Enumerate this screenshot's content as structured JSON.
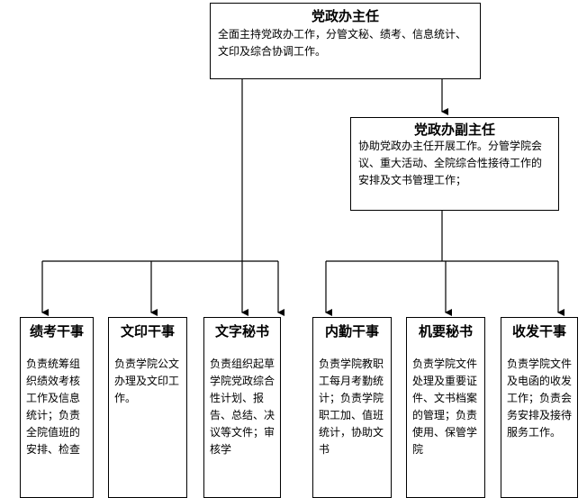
{
  "director": {
    "title": "党政办主任",
    "desc": "全面主持党政办工作，分管文秘、绩考、信息统计、文印及综合协调工作。"
  },
  "deputy": {
    "title": "党政办副主任",
    "desc": "协助党政办主任开展工作。分管学院会议、重大活动、全院综合性接待工作的安排及文书管理工作；"
  },
  "staff": [
    {
      "title": "绩考干事",
      "desc": "负责统筹组织绩效考核工作及信息统计；负责全院值班的安排、检查"
    },
    {
      "title": "文印干事",
      "desc": "负责学院公文办理及文印工作。"
    },
    {
      "title": "文字秘书",
      "desc": "负责组织起草学院党政综合性计划、报告、总结、决议等文件；审核学"
    },
    {
      "title": "内勤干事",
      "desc": "负责学院教职工每月考勤统计；负责学院职工加、值班统计，协助文书"
    },
    {
      "title": "机要秘书",
      "desc": "负责学院文件处理及重要证件、文书档案的管理；负责使用、保管学院"
    },
    {
      "title": "收发干事",
      "desc": "负责学院文件及电函的收发工作；负责会务安排及接待服务工作。"
    }
  ]
}
